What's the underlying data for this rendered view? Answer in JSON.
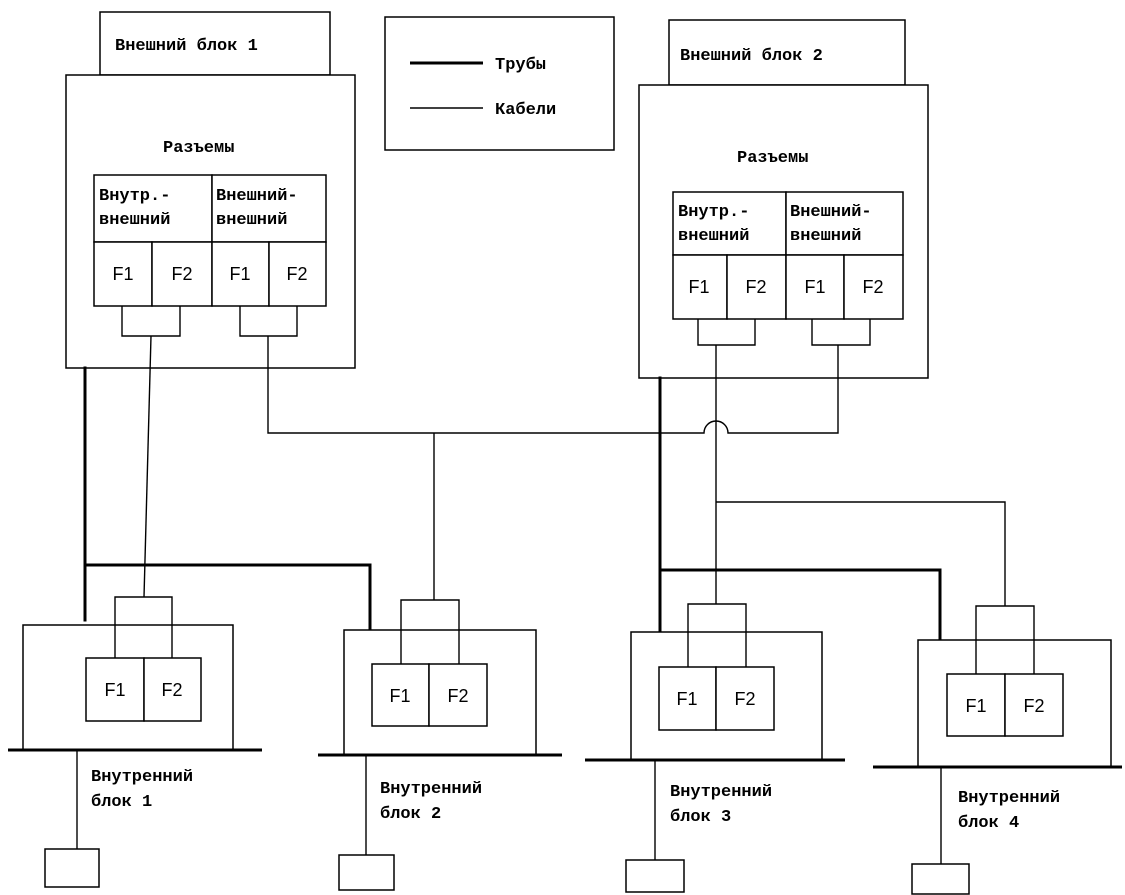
{
  "outdoor_units": [
    {
      "title": "Внешний блок 1",
      "connectors_title": "Разъемы",
      "col1": [
        "Внутр.-",
        "внешний"
      ],
      "col2": [
        "Внешний-",
        "внешний"
      ],
      "ports": [
        "F1",
        "F2",
        "F1",
        "F2"
      ]
    },
    {
      "title": "Внешний блок 2",
      "connectors_title": "Разъемы",
      "col1": [
        "Внутр.-",
        "внешний"
      ],
      "col2": [
        "Внешний-",
        "внешний"
      ],
      "ports": [
        "F1",
        "F2",
        "F1",
        "F2"
      ]
    }
  ],
  "legend": {
    "pipes": "Трубы",
    "cables": "Кабели"
  },
  "indoor_units": [
    {
      "label": [
        "Внутренний",
        "блок 1"
      ],
      "ports": [
        "F1",
        "F2"
      ]
    },
    {
      "label": [
        "Внутренний",
        "блок 2"
      ],
      "ports": [
        "F1",
        "F2"
      ]
    },
    {
      "label": [
        "Внутренний",
        "блок 3"
      ],
      "ports": [
        "F1",
        "F2"
      ]
    },
    {
      "label": [
        "Внутренний",
        "блок 4"
      ],
      "ports": [
        "F1",
        "F2"
      ]
    }
  ]
}
